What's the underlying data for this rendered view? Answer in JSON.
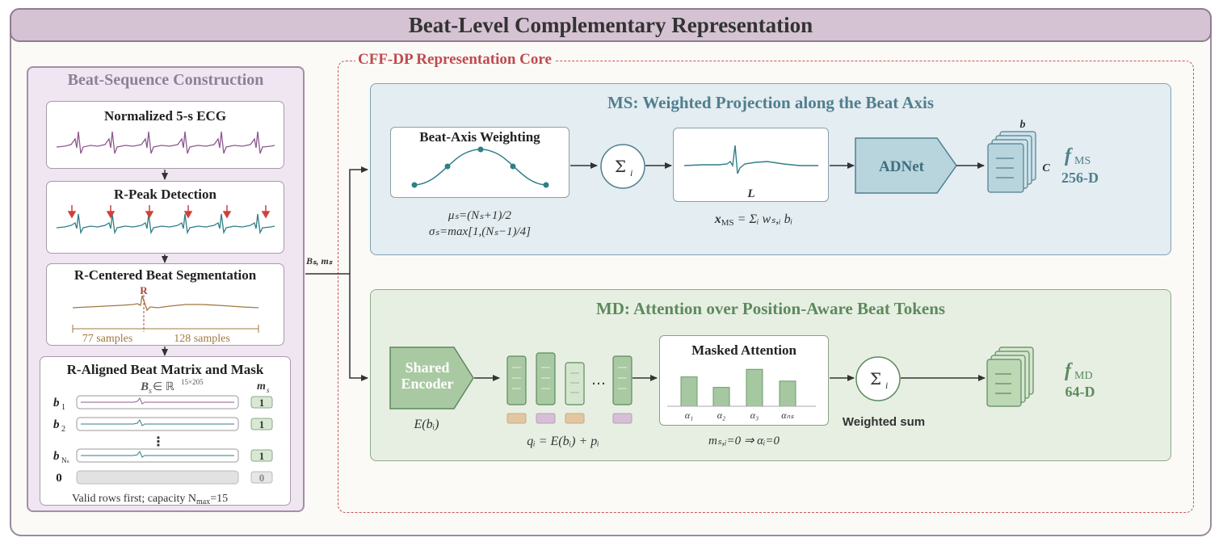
{
  "title": "Beat-Level Complementary Representation",
  "left_panel": {
    "title": "Beat-Sequence Construction",
    "ecg_title": "Normalized 5-s ECG",
    "rpeak_title": "R-Peak Detection",
    "segmentation": {
      "title": "R-Centered Beat Segmentation",
      "r_label": "R",
      "left_samples": "77 samples",
      "right_samples": "128 samples"
    },
    "matrix": {
      "title": "R-Aligned Beat Matrix and Mask",
      "matrix_symbol": "B",
      "matrix_sub": "s",
      "matrix_in": " ∈ ℝ",
      "matrix_sup": "15×205",
      "mask_header": "m",
      "mask_header_sub": "s",
      "rows": [
        {
          "label": "b",
          "sub": "1",
          "mask": "1"
        },
        {
          "label": "b",
          "sub": "2",
          "mask": "1"
        },
        {
          "label": "b",
          "sub": "Nₛ",
          "mask": "1"
        },
        {
          "label": "0",
          "sub": "",
          "mask": "0"
        }
      ],
      "ellipsis": "⋮",
      "footer": "Valid rows first; capacity N",
      "footer_sub": "max",
      "footer_end": "=15"
    }
  },
  "connector_label": "Bₛ, mₛ",
  "core": {
    "label": "CFF-DP Representation Core",
    "ms": {
      "title": "MS: Weighted Projection along the Beat Axis",
      "weighting_title": "Beat-Axis Weighting",
      "mu_formula": "μₛ=(Nₛ+1)/2",
      "sigma_formula": "σₛ=max[1,(Nₛ−1)/4]",
      "sum_symbol": "Σ",
      "sum_sub": "i",
      "waveform_label": "L",
      "x_formula": "x",
      "x_formula_sub": "MS",
      "x_formula_rest": " = Σᵢ wₛ,ᵢ bᵢ",
      "adnet_label": "ADNet",
      "stack_b": "b",
      "stack_c": "C",
      "feature_symbol": "f",
      "feature_sub": "MS",
      "feature_dim": "256-D"
    },
    "md": {
      "title": "MD: Attention over Position-Aware Beat Tokens",
      "encoder_label_1": "Shared",
      "encoder_label_2": "Encoder",
      "encoder_formula": "E(bᵢ)",
      "tokens_ellipsis": "…",
      "token_formula": "qᵢ = E(bᵢ) + pᵢ",
      "attention_title": "Masked Attention",
      "alphas": [
        "α₁",
        "α₂",
        "α₃",
        "αₙₛ"
      ],
      "attention_values": [
        0.7,
        0.45,
        0.88,
        0.6
      ],
      "mask_formula": "mₛ,ᵢ=0 ⇒ αᵢ=0",
      "sum_symbol": "Σ",
      "sum_sub": "i",
      "weighted_sum": "Weighted sum",
      "feature_symbol": "f",
      "feature_sub": "MD",
      "feature_dim": "64-D"
    }
  },
  "colors": {
    "title_bar": "#d5c3d3",
    "left_panel": "#efe6f1",
    "core_border": "#c8555a",
    "ms_panel": "#e4edf1",
    "md_panel": "#e7efe3",
    "ecg_purple": "#8e5a8f",
    "ecg_teal": "#2f7f87",
    "r_arrow": "#d0403a",
    "beat_brown": "#a07840",
    "token_orange": "#e2c6a2",
    "token_purple": "#d6bfd6",
    "bar_green": "#a5c8a0"
  }
}
